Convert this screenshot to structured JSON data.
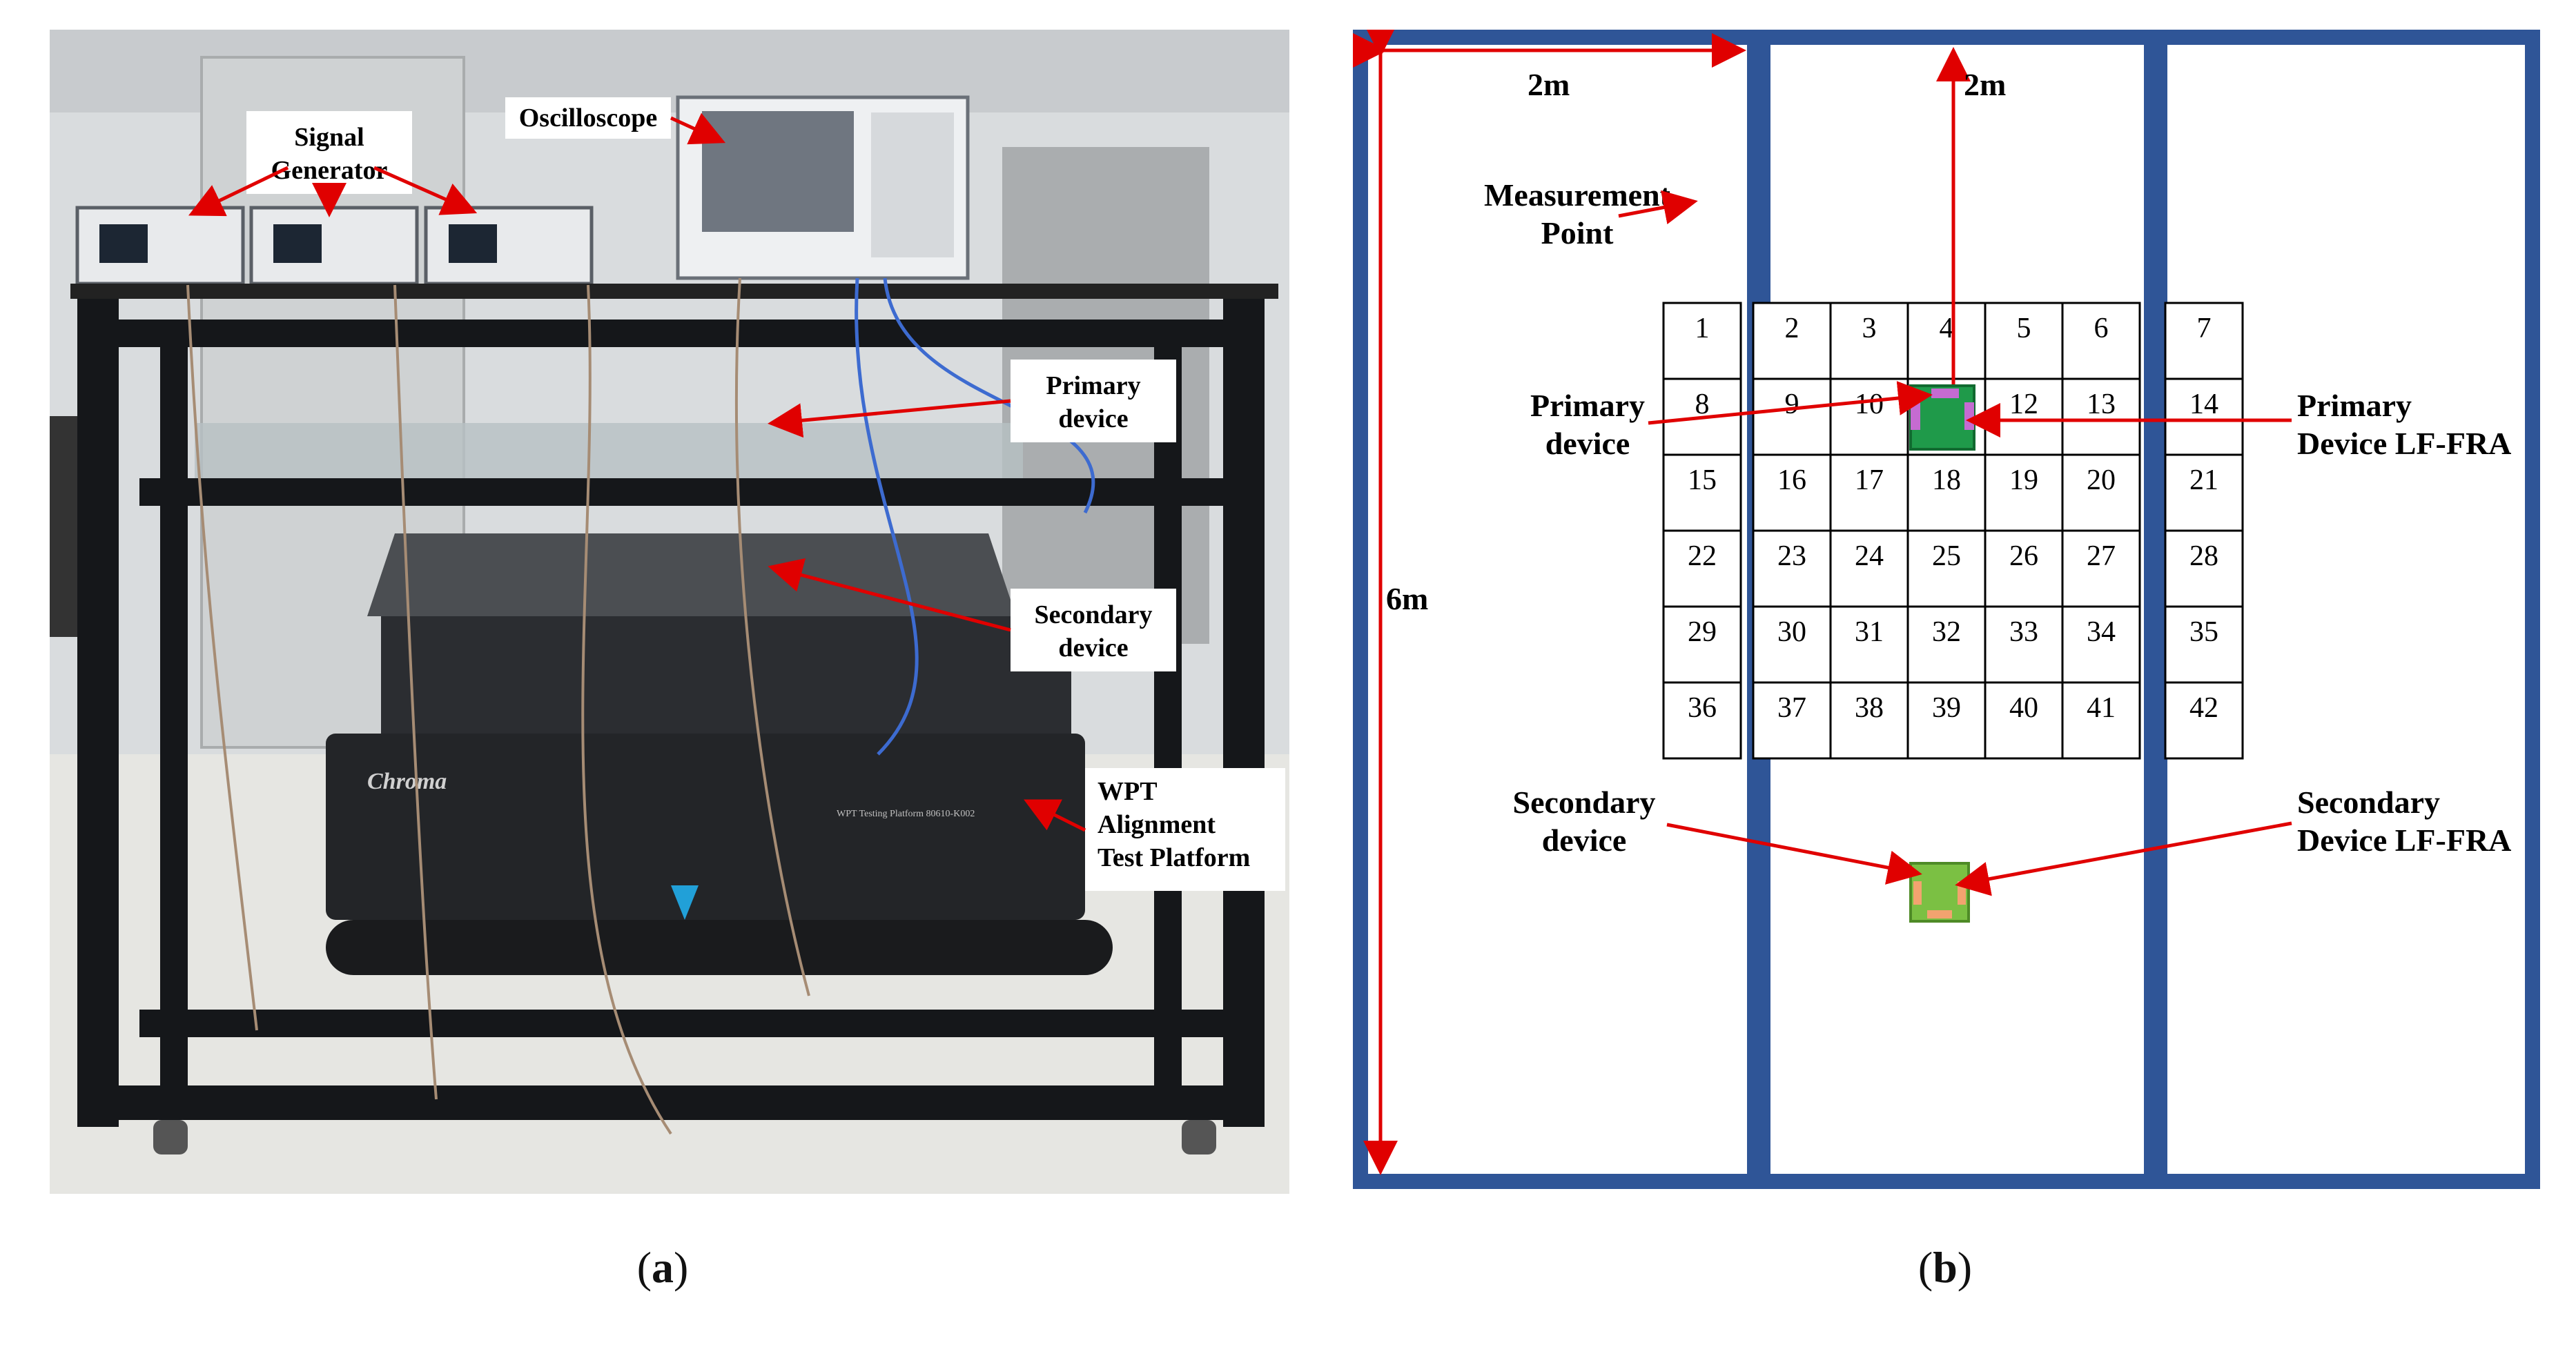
{
  "panel_a": {
    "labels": {
      "signal_generator": [
        "Signal",
        "Generator"
      ],
      "oscilloscope": "Oscilloscope",
      "primary_device": [
        "Primary",
        "device"
      ],
      "secondary_device": [
        "Secondary",
        "device"
      ],
      "platform": [
        "WPT",
        "Alignment",
        "Test Platform"
      ],
      "brand": "Chroma",
      "platform_plate": "WPT Testing Platform 80610-K002"
    },
    "caption_letter": "a"
  },
  "panel_b": {
    "dimensions": {
      "width_left": "2m",
      "width_center": "2m",
      "height": "6m"
    },
    "labels": {
      "measurement_point": [
        "Measurement",
        "Point"
      ],
      "primary_device": [
        "Primary",
        "device"
      ],
      "primary_lffra": [
        "Primary",
        "Device LF-FRA"
      ],
      "secondary_device": [
        "Secondary",
        "device"
      ],
      "secondary_lffra": [
        "Secondary",
        "Device LF-FRA"
      ]
    },
    "grid_numbers": [
      [
        "1",
        "2",
        "3",
        "4",
        "5",
        "6",
        "7"
      ],
      [
        "8",
        "9",
        "10",
        "11",
        "12",
        "13",
        "14"
      ],
      [
        "15",
        "16",
        "17",
        "18",
        "19",
        "20",
        "21"
      ],
      [
        "22",
        "23",
        "24",
        "25",
        "26",
        "27",
        "28"
      ],
      [
        "29",
        "30",
        "31",
        "32",
        "33",
        "34",
        "35"
      ],
      [
        "36",
        "37",
        "38",
        "39",
        "40",
        "41",
        "42"
      ]
    ],
    "colors": {
      "frame": "#2f5597",
      "arrow": "#e00000",
      "device": "#1f9a4a",
      "lffra": "#c56bd1"
    },
    "caption_letter": "b"
  }
}
